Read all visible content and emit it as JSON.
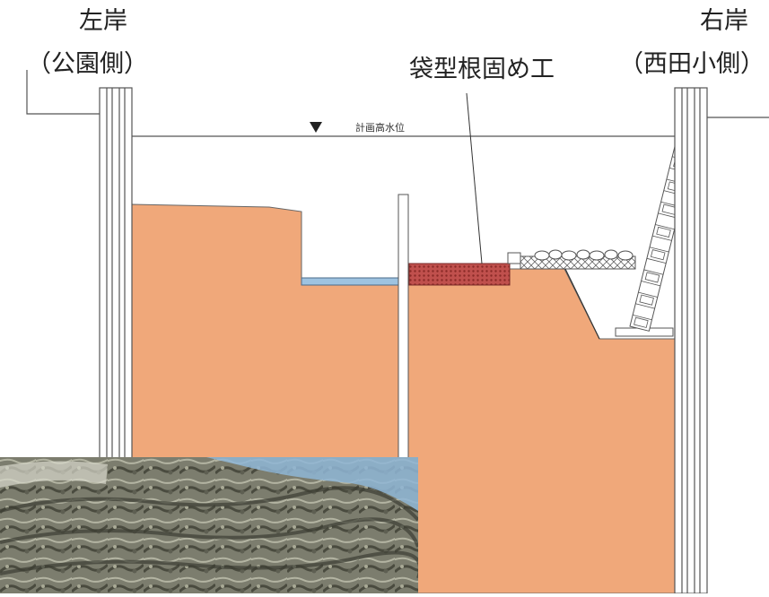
{
  "left_bank": {
    "title": "左岸",
    "subtitle": "（公園側）"
  },
  "right_bank": {
    "title": "右岸",
    "subtitle": "（西田小側）"
  },
  "callout": {
    "label": "袋型根固め工"
  },
  "water_level": {
    "label": "計画高水位"
  },
  "colors": {
    "soil": "#f0a87a",
    "bag_block": "#c0504d",
    "water": "#9ec3e0",
    "line": "#555555"
  },
  "photo": {
    "icon": "bag-mat-photo"
  }
}
